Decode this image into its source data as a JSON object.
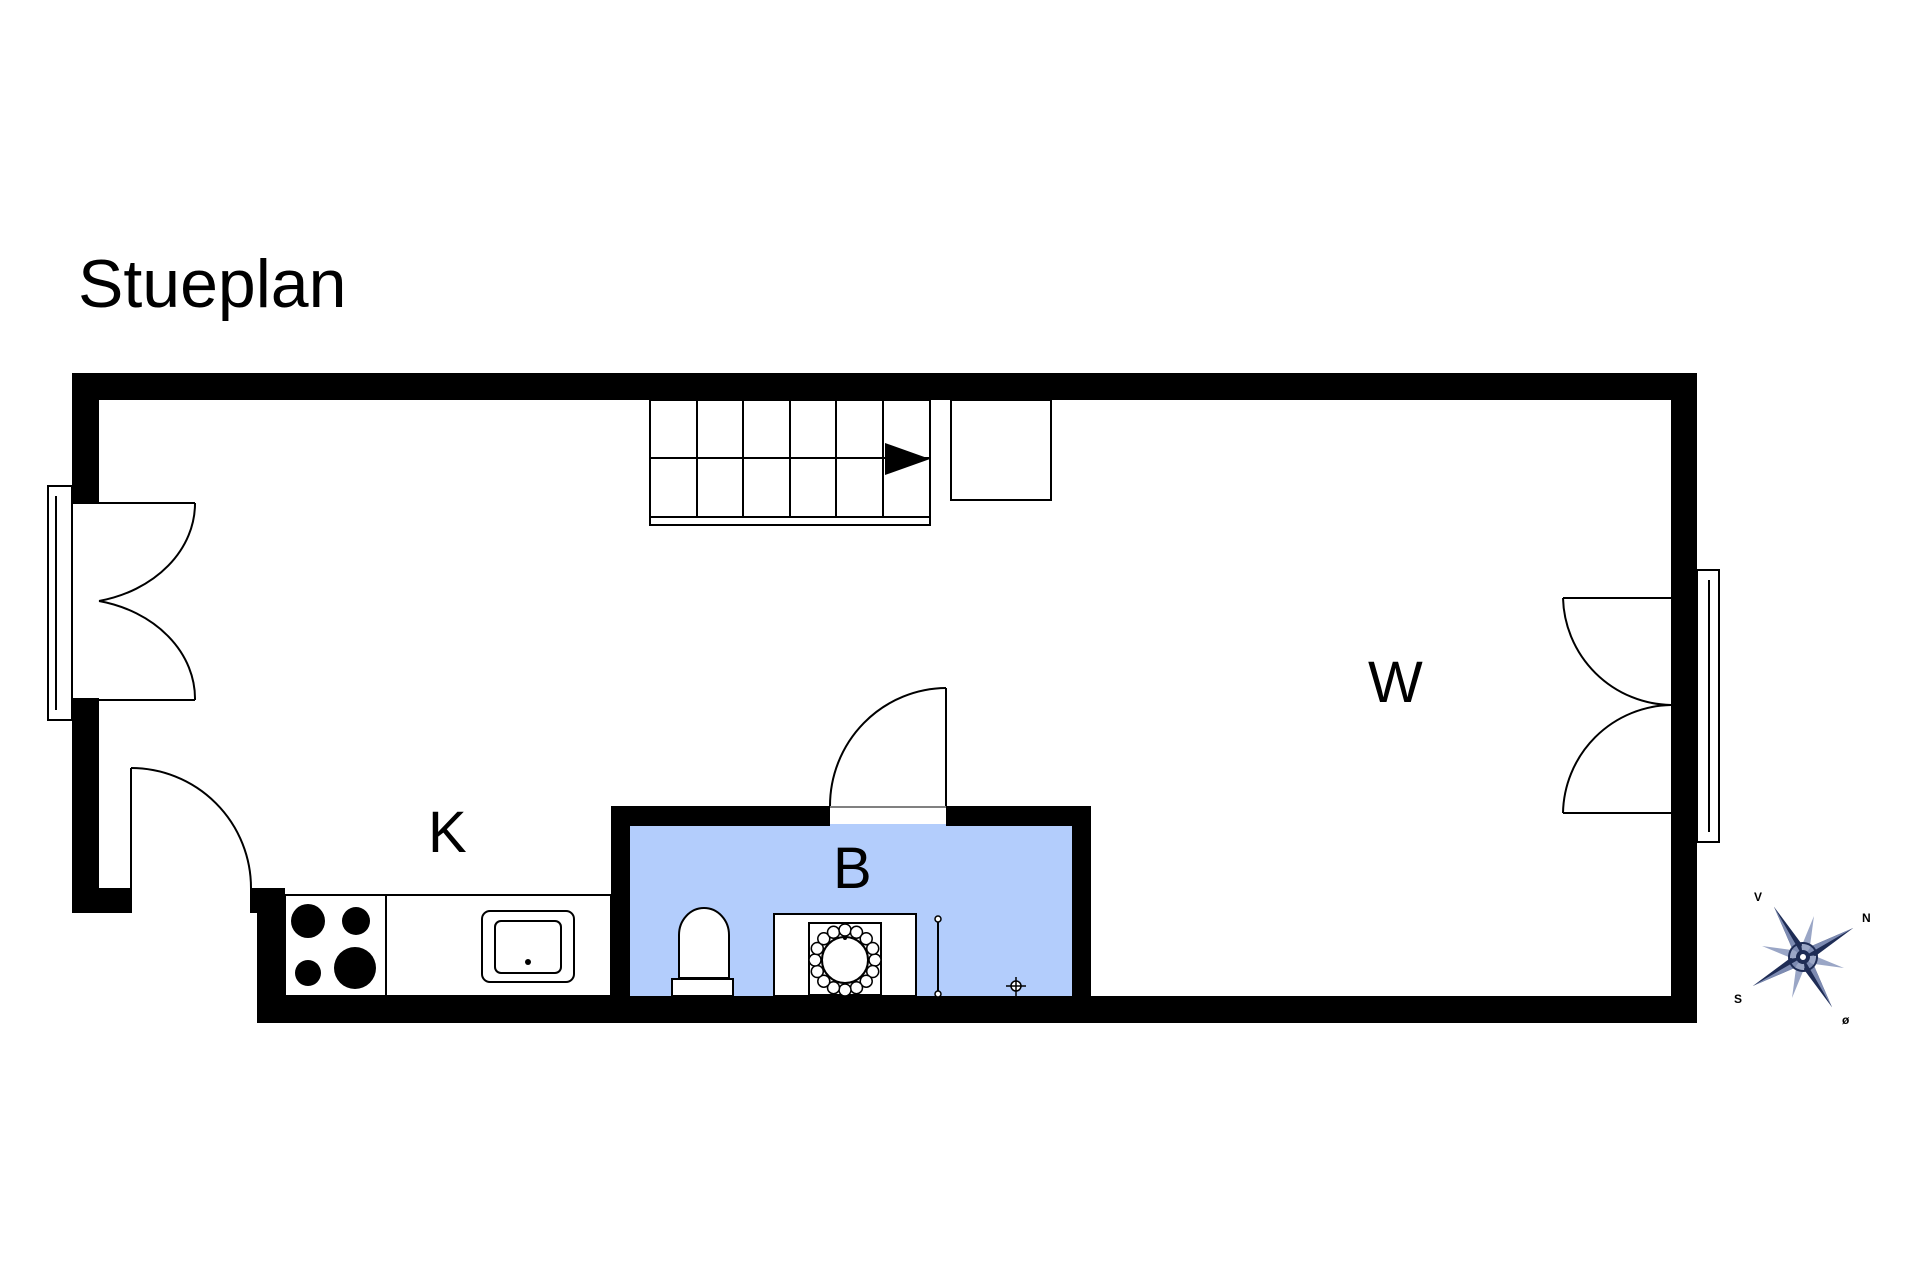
{
  "plan": {
    "title": "Stueplan",
    "bathroom_fill": "#b3cdfc",
    "wall_color": "#000000",
    "compass_color": "#1e2c55"
  },
  "rooms": {
    "kitchen": {
      "label": "K"
    },
    "bathroom": {
      "label": "B"
    },
    "living": {
      "label": "W"
    }
  },
  "compass": {
    "north": "N",
    "south": "S",
    "east": "ø",
    "west": "V"
  }
}
